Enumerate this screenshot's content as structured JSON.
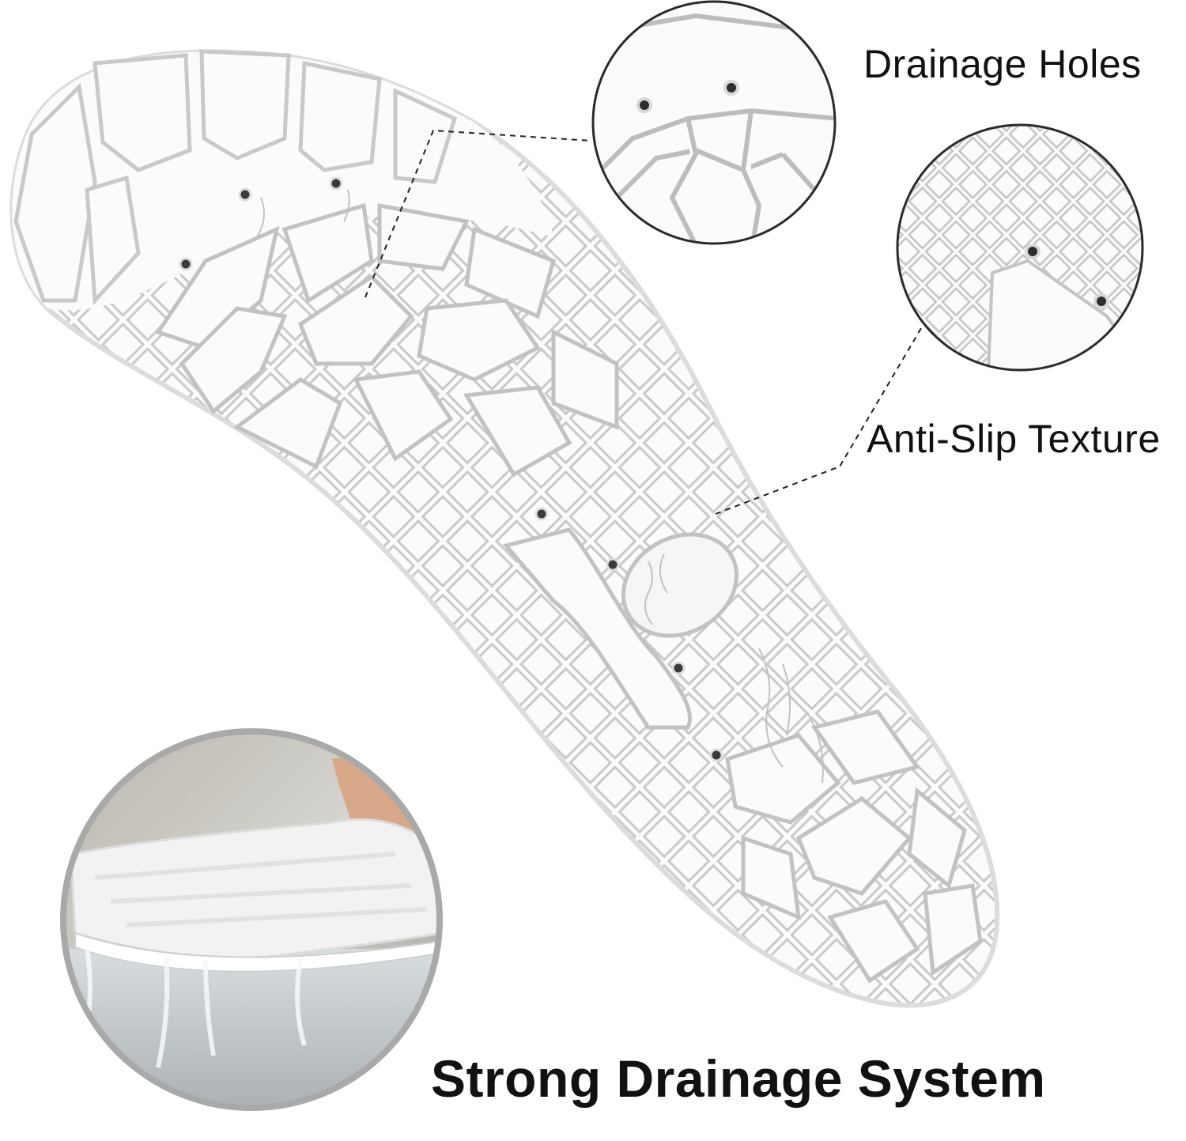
{
  "callouts": {
    "drainage_holes": "Drainage Holes",
    "anti_slip": "Anti-Slip Texture"
  },
  "headline": "Strong Drainage System",
  "colors": {
    "sole_fill": "#fbfbfb",
    "tread_line": "#c9c9c9",
    "hole": "#3a3a3a",
    "circle_border": "#2a2a2a",
    "photo_ring": "#a9a9a9",
    "text": "#111111"
  },
  "icons": [
    "drainage-hole-icon",
    "water-splash-icon"
  ]
}
